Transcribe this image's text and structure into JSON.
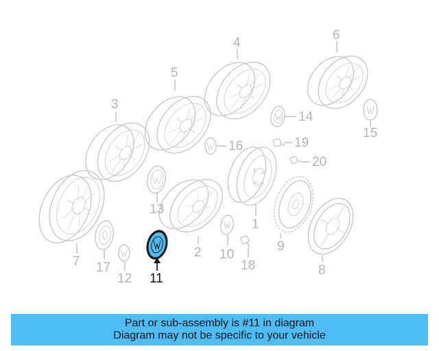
{
  "diagram": {
    "callouts": [
      "1",
      "2",
      "3",
      "4",
      "5",
      "6",
      "7",
      "8",
      "9",
      "10",
      "11",
      "12",
      "13",
      "14",
      "15",
      "16",
      "17",
      "18",
      "19",
      "20"
    ],
    "highlighted_part": "11",
    "highlight_color": "#4dbdf3",
    "line_color": "#c8c8c8",
    "part_icons": [
      "wheel-icon",
      "hubcap-icon",
      "center-cap-icon",
      "bolt-icon",
      "emblem-icon"
    ]
  },
  "banner": {
    "line1": "Part or sub-assembly is #11 in diagram",
    "line2": "Diagram may not be specific to your vehicle",
    "color": "#4dbdf3"
  }
}
